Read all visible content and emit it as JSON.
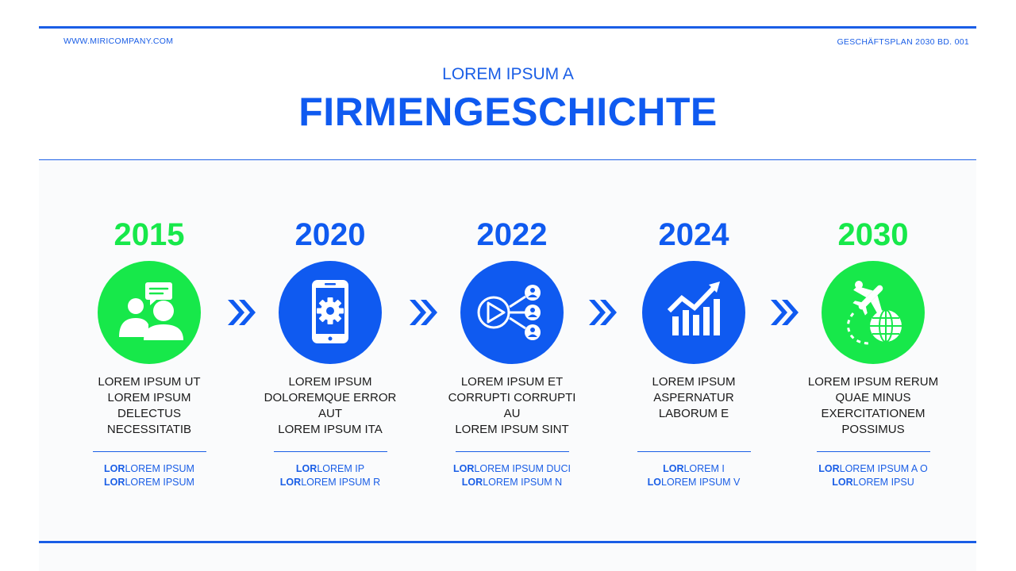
{
  "header": {
    "url": "WWW.MIRICOMPANY.COM",
    "doc_label": "GESCHÄFTSPLAN 2030 BD. 001"
  },
  "titles": {
    "kicker": "LOREM IPSUM A",
    "main": "FIRMENGESCHICHTE"
  },
  "colors": {
    "blue": "#0f5af0",
    "green": "#17e84a"
  },
  "steps": [
    {
      "year": "2015",
      "color": "green",
      "icon": "people-chat-icon",
      "desc": [
        "LOREM IPSUM UT",
        "LOREM IPSUM",
        "DELECTUS",
        "NECESSITATIB"
      ],
      "links": [
        {
          "b": "LOR",
          "t": "LOREM IPSUM"
        },
        {
          "b": "LOR",
          "t": "LOREM IPSUM"
        }
      ]
    },
    {
      "year": "2020",
      "color": "blue",
      "icon": "smartphone-gear-icon",
      "desc": [
        "LOREM IPSUM",
        "DOLOREMQUE ERROR",
        "AUT",
        "LOREM IPSUM ITA"
      ],
      "links": [
        {
          "b": "LOR",
          "t": "LOREM IP"
        },
        {
          "b": "LOR",
          "t": "LOREM IPSUM R"
        }
      ]
    },
    {
      "year": "2022",
      "color": "blue",
      "icon": "play-network-icon",
      "desc": [
        "LOREM IPSUM ET",
        "CORRUPTI CORRUPTI",
        "AU",
        "LOREM IPSUM SINT"
      ],
      "links": [
        {
          "b": "LOR",
          "t": "LOREM IPSUM DUCI"
        },
        {
          "b": "LOR",
          "t": "LOREM IPSUM N"
        }
      ]
    },
    {
      "year": "2024",
      "color": "blue",
      "icon": "growth-chart-icon",
      "desc": [
        "LOREM IPSUM",
        "ASPERNATUR",
        "LABORUM E"
      ],
      "links": [
        {
          "b": "LOR",
          "t": "LOREM I"
        },
        {
          "b": "LO",
          "t": "LOREM IPSUM V"
        }
      ]
    },
    {
      "year": "2030",
      "color": "green",
      "icon": "airplane-globe-icon",
      "desc": [
        "LOREM IPSUM RERUM",
        "QUAE MINUS",
        "EXERCITATIONEM",
        "POSSIMUS"
      ],
      "links": [
        {
          "b": "LOR",
          "t": "LOREM IPSUM A O"
        },
        {
          "b": "LOR",
          "t": "LOREM IPSU"
        }
      ]
    }
  ]
}
